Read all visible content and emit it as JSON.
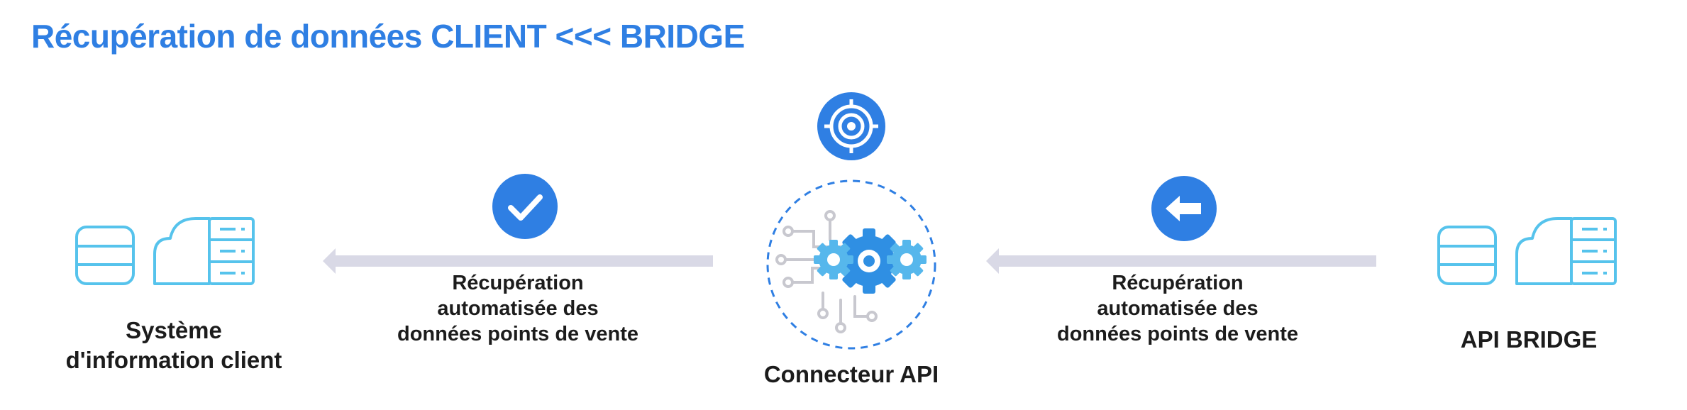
{
  "title": "Récupération de données CLIENT <<< BRIDGE",
  "colors": {
    "accent": "#2f7fe3",
    "icon_light": "#56c3ec",
    "arrow": "#d9d9e6",
    "text": "#1c1c1c"
  },
  "nodes": {
    "left": {
      "label_line1": "Système",
      "label_line2": "d'information client",
      "icon": "server-cloud-icon"
    },
    "center": {
      "label": "Connecteur API",
      "icon": "gears-circuit-icon",
      "badge_icon": "target-icon"
    },
    "right": {
      "label": "API BRIDGE",
      "icon": "server-cloud-icon"
    }
  },
  "flows": {
    "left": {
      "line1": "Récupération",
      "line2": "automatisée des",
      "line3": "données points de vente",
      "badge_icon": "check-icon"
    },
    "right": {
      "line1": "Récupération",
      "line2": "automatisée des",
      "line3": "données points de vente",
      "badge_icon": "arrow-left-icon"
    }
  }
}
